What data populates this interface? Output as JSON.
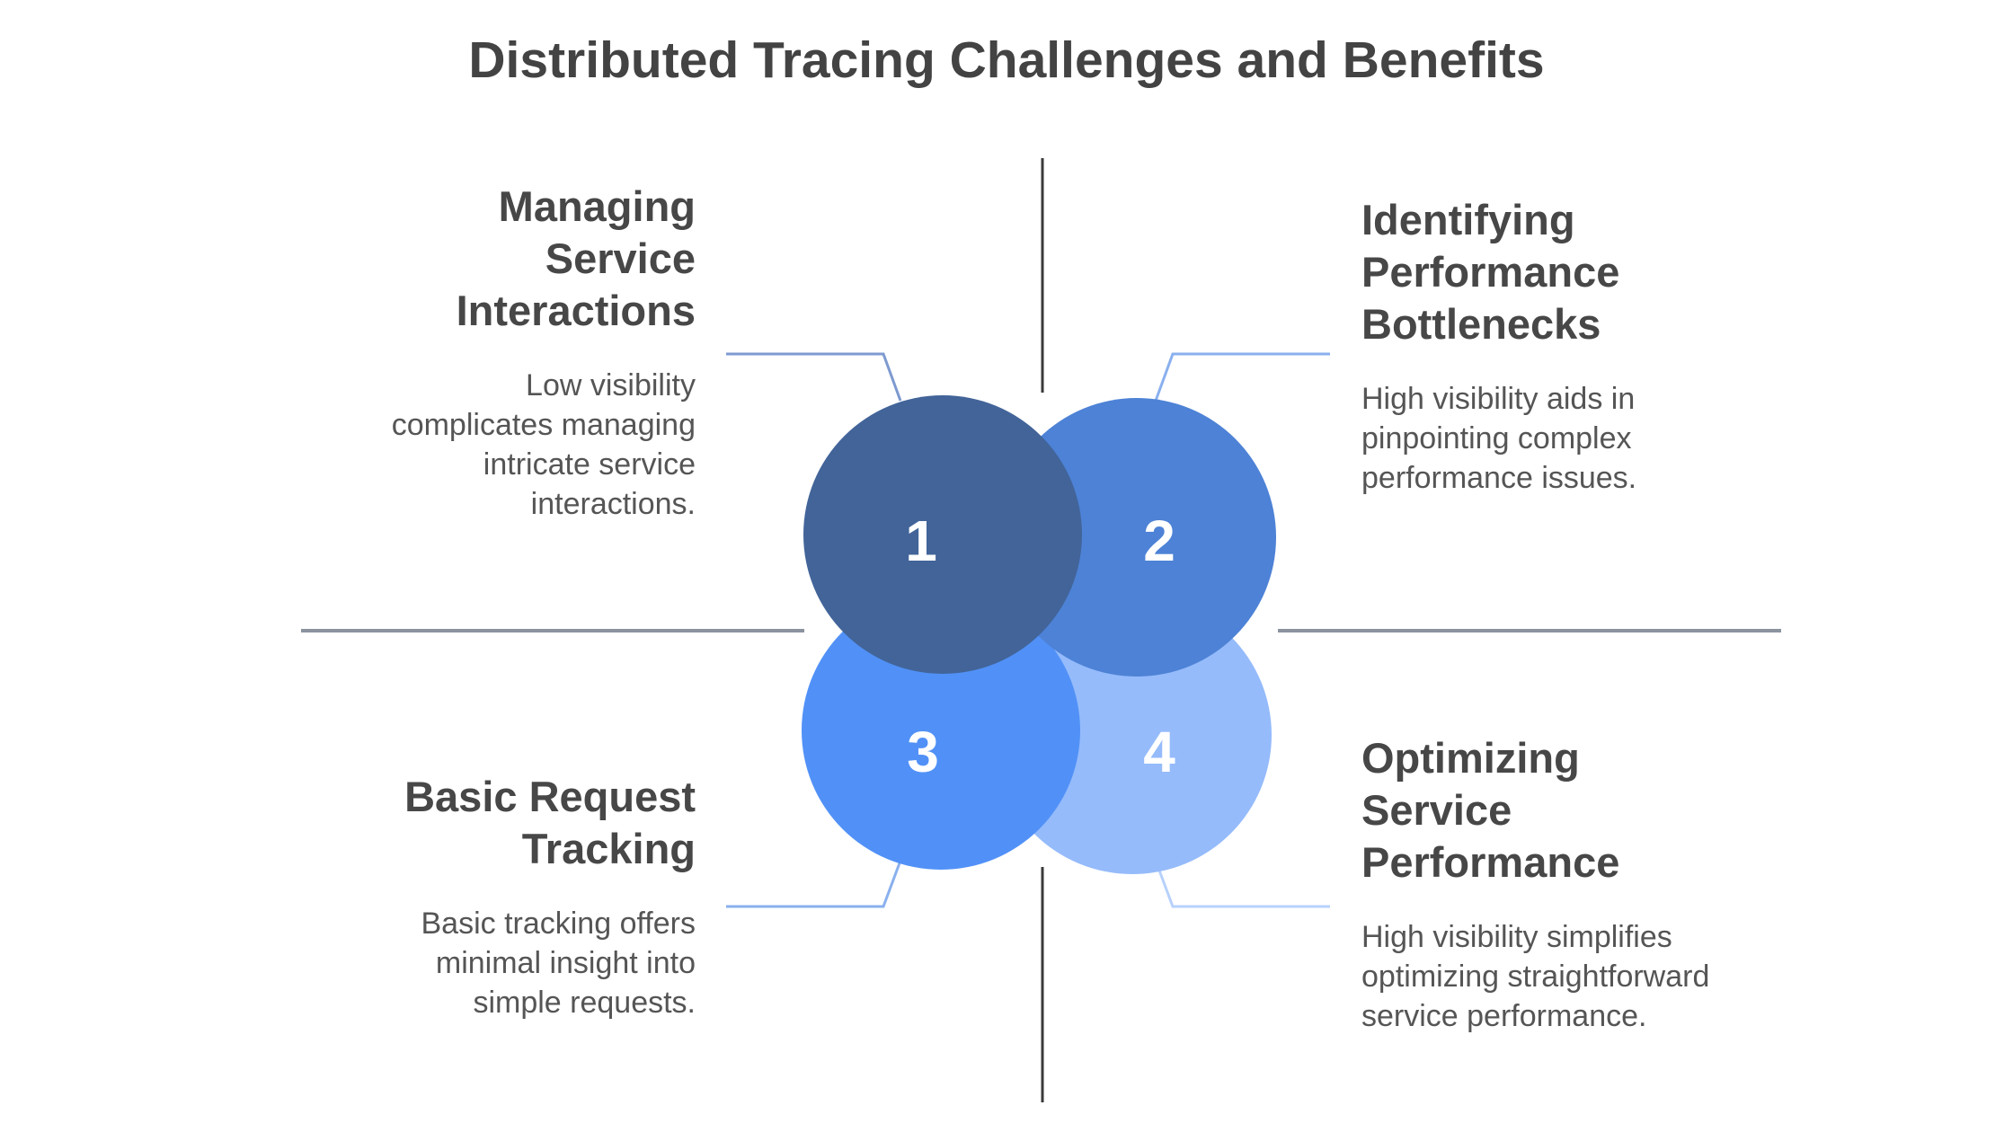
{
  "title": "Distributed Tracing Challenges and Benefits",
  "colors": {
    "circle_1": "#426499",
    "circle_2": "#4d82d6",
    "circle_3": "#5191f7",
    "circle_4": "#95bbfb",
    "axis_line": "#8a939e",
    "connector_left": "#7d9ad0",
    "connector_right": "#9fbff5",
    "heading_text": "#474747",
    "body_text": "#555555"
  },
  "quadrants": [
    {
      "number": "1",
      "heading": "Managing Service Interactions",
      "description": "Low visibility complicates managing intricate service interactions."
    },
    {
      "number": "2",
      "heading": "Identifying Performance Bottlenecks",
      "description": "High visibility aids in pinpointing complex performance issues."
    },
    {
      "number": "3",
      "heading": "Basic Request Tracking",
      "description": "Basic tracking offers minimal insight into simple requests."
    },
    {
      "number": "4",
      "heading": "Optimizing Service Performance",
      "description": "High visibility simplifies optimizing straightforward service performance."
    }
  ]
}
